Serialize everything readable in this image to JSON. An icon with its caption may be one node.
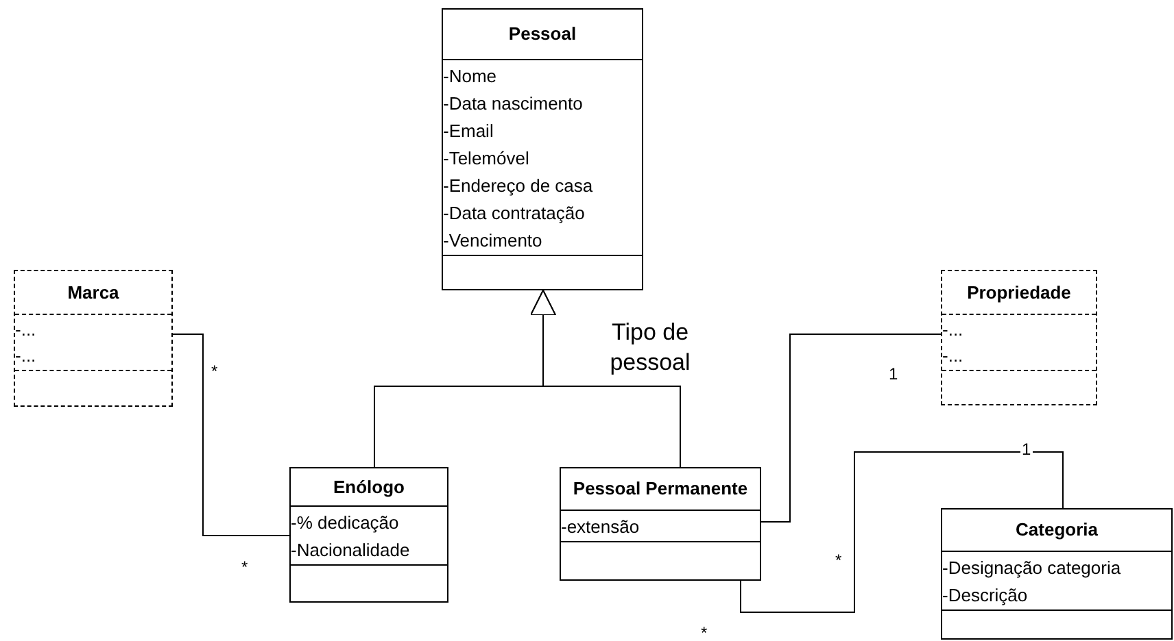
{
  "diagram": {
    "nodes": [
      {
        "text": [
          "Pessoal",
          "-Nome",
          "-Data nascimento",
          "-Email",
          "-Telemóvel",
          "-Endereço de casa",
          "-Data contratação",
          "-Vencimento"
        ]
      },
      {
        "text": [
          "Marca",
          "-...",
          "-..."
        ]
      },
      {
        "text": [
          "Enólogo",
          "-% dedicação",
          "-Nacionalidade"
        ]
      },
      {
        "text": [
          "Pessoal Permanente",
          "-extensão"
        ]
      },
      {
        "text": [
          "Propriedade",
          "-...",
          "-..."
        ]
      },
      {
        "text": [
          "Categoria",
          "-Designação categoria",
          "-Descrição"
        ]
      }
    ],
    "edges": [
      {
        "from": 2,
        "to": 0,
        "arrow": "to"
      },
      {
        "from": 3,
        "to": 0,
        "arrow": "to"
      },
      {
        "from": 1,
        "to": 2,
        "arrow": "none"
      },
      {
        "from": 3,
        "to": 4,
        "arrow": "none"
      },
      {
        "from": 3,
        "to": 5,
        "arrow": "none"
      }
    ],
    "labels": [
      "Tipo de pessoal",
      "*",
      "1",
      "1",
      "*",
      "*",
      "*"
    ]
  }
}
